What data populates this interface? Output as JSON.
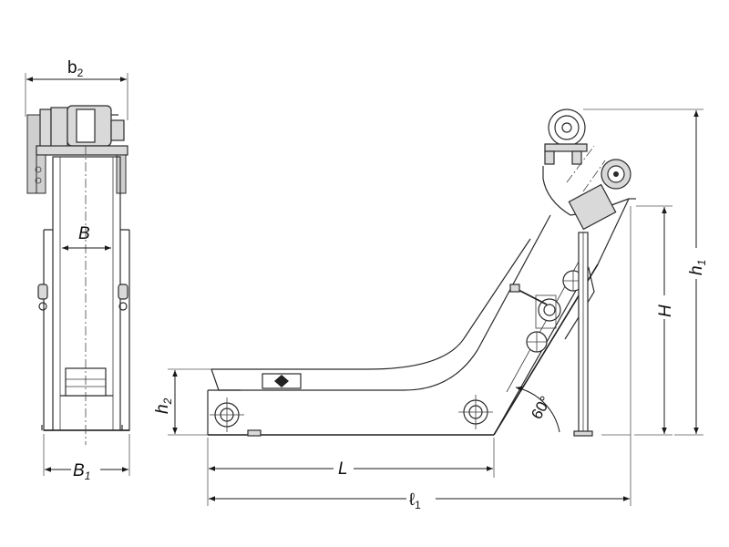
{
  "labels": {
    "b2": {
      "main": "b",
      "sub": "2"
    },
    "B": "B",
    "B1": {
      "main": "B",
      "sub": "1"
    },
    "h2": {
      "main": "h",
      "sub": "2"
    },
    "L": "L",
    "l1": {
      "main": "ℓ",
      "sub": "1"
    },
    "H": "H",
    "h1": {
      "main": "h",
      "sub": "1"
    },
    "angle": "60°"
  }
}
